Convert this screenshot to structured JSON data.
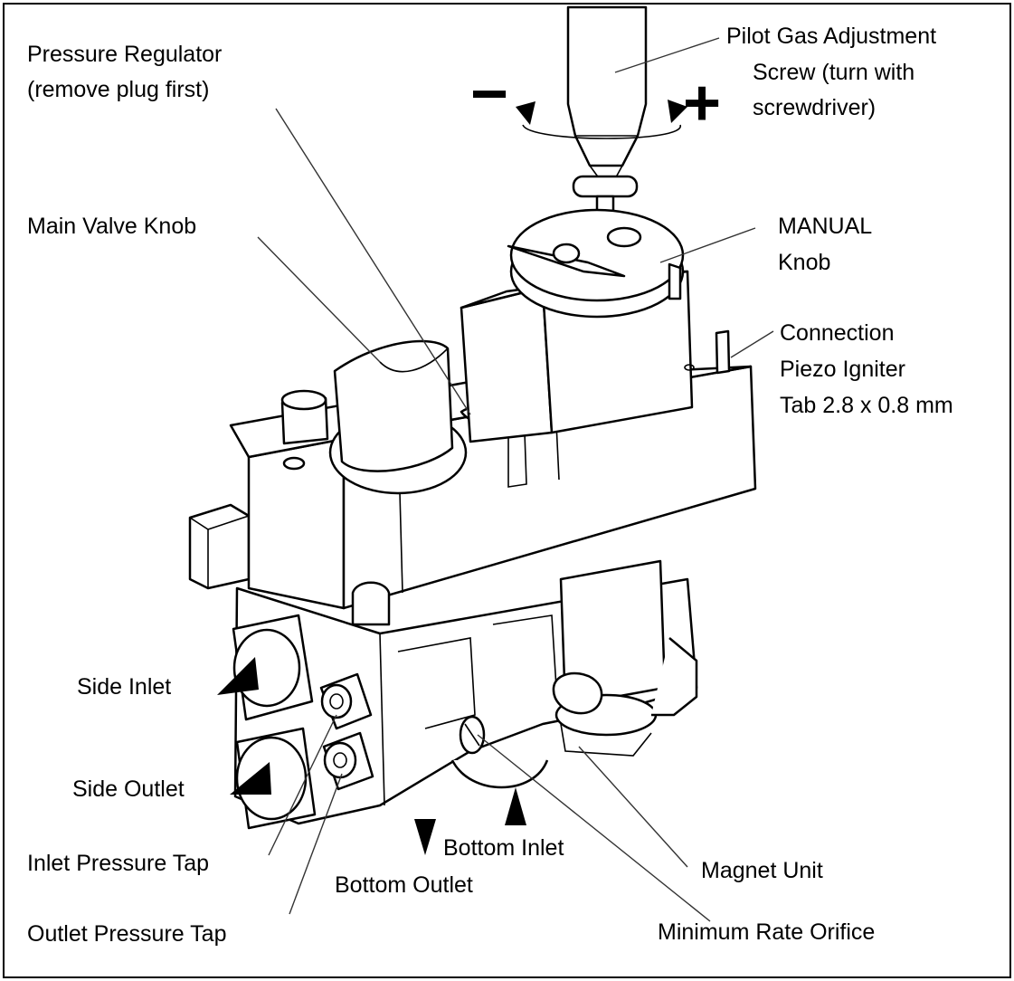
{
  "labels": {
    "pressure_regulator": [
      "Pressure Regulator",
      "(remove plug first)"
    ],
    "pilot_gas": [
      "Pilot Gas Adjustment",
      "Screw (turn with",
      "screwdriver)"
    ],
    "minus_sign": "−",
    "plus_sign": "+",
    "main_valve_knob": "Main Valve Knob",
    "manual_knob": [
      "MANUAL",
      "Knob"
    ],
    "connection": [
      "Connection",
      "Piezo Igniter",
      "Tab 2.8 x 0.8 mm"
    ],
    "side_inlet": "Side Inlet",
    "side_outlet": "Side Outlet",
    "inlet_pressure_tap": "Inlet Pressure Tap",
    "outlet_pressure_tap": "Outlet Pressure Tap",
    "bottom_inlet": "Bottom Inlet",
    "bottom_outlet": "Bottom Outlet",
    "magnet_unit": "Magnet Unit",
    "minimum_rate_orifice": "Minimum Rate Orifice"
  }
}
